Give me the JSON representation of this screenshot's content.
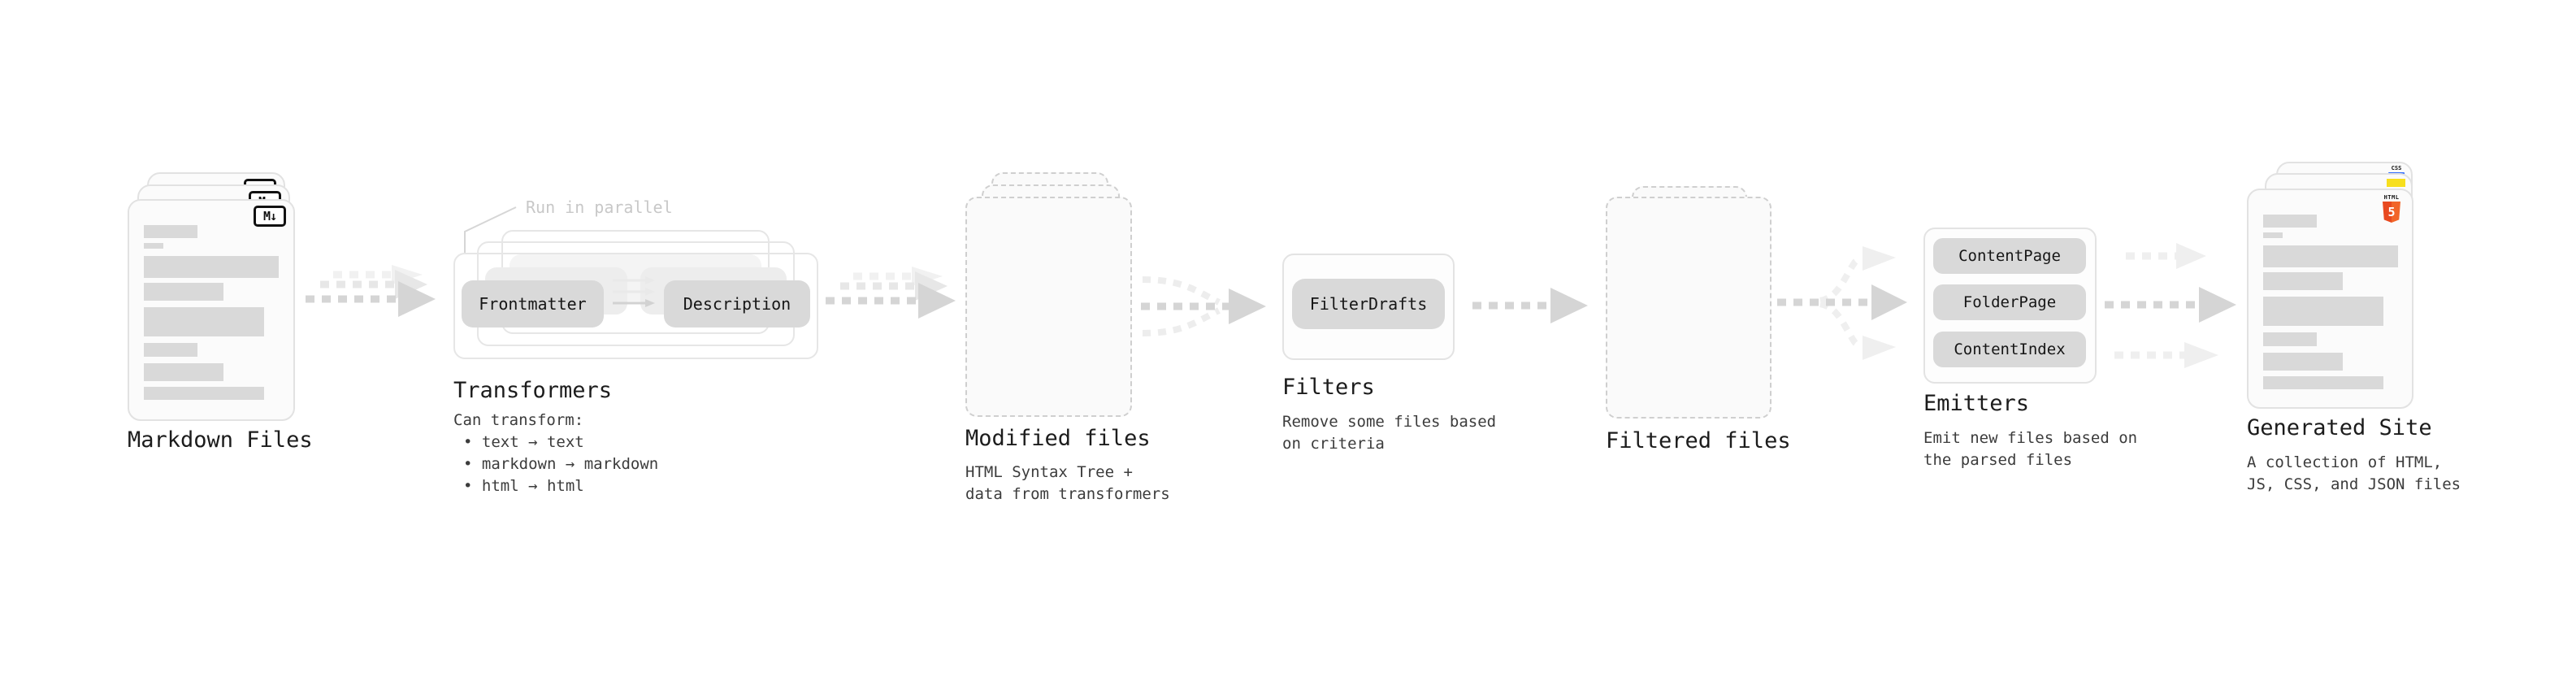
{
  "markdown_files": {
    "title": "Markdown Files",
    "badge": "M↓"
  },
  "transformers": {
    "title": "Transformers",
    "note": "Run in parallel",
    "input_pill": "Frontmatter",
    "output_pill": "Description",
    "subtitle": "Can transform:",
    "bullets": [
      "• text → text",
      "• markdown → markdown",
      "• html → html"
    ]
  },
  "modified_files": {
    "title": "Modified files",
    "description": "HTML Syntax Tree +\ndata from transformers"
  },
  "filters": {
    "title": "Filters",
    "pill": "FilterDrafts",
    "description": "Remove some files based\non criteria"
  },
  "filtered_files": {
    "title": "Filtered files"
  },
  "emitters": {
    "title": "Emitters",
    "pills": [
      "ContentPage",
      "FolderPage",
      "ContentIndex"
    ],
    "description": "Emit new files based on\nthe parsed files"
  },
  "generated_site": {
    "title": "Generated Site",
    "description": "A collection of HTML,\nJS, CSS, and JSON files",
    "css_badge": "CSS",
    "html_badge": "HTML",
    "html_number": "5"
  },
  "colors": {
    "card_background": "#fbfbfb",
    "card_border": "#e2e2e2",
    "dashed_border": "#cfcfcf",
    "content_bar": "#d9d9d9",
    "pill_background": "#d9d9d9",
    "pill_text": "#161616",
    "heading_text": "#1c1c1c",
    "body_text": "#3c3c3c",
    "note_text": "#c8c8c8",
    "arrow_primary": "#d5d5d5",
    "arrow_secondary": "#e7e7e7",
    "arrow_faint": "#f1f1f1",
    "html5_orange": "#e8491f",
    "js_yellow": "#f7df1e",
    "css_blue": "#2f6bff",
    "markdown_badge_border": "#111111"
  }
}
